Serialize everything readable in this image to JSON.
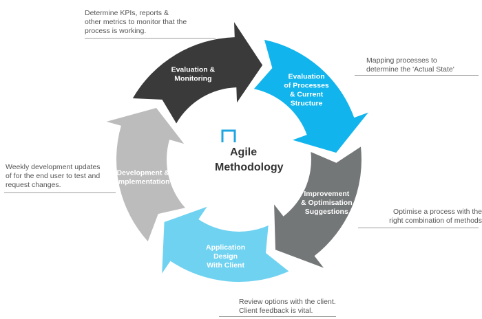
{
  "title": {
    "line1": "Agile",
    "line2": "Methodology"
  },
  "colors": {
    "dark": "#3a3a3a",
    "blue": "#11b4ec",
    "gray": "#747778",
    "light_blue": "#6fd2f1",
    "light_gray": "#bcbcbc",
    "logo": "#1ea6e0"
  },
  "segments": [
    {
      "id": "evaluation-monitoring",
      "lines": [
        "Evaluation &",
        "Monitoring"
      ]
    },
    {
      "id": "evaluation-processes",
      "lines": [
        "Evaluation",
        "of Processes",
        "& Current",
        "Structure"
      ]
    },
    {
      "id": "improvement",
      "lines": [
        "Improvement",
        "& Optimisation",
        "Suggestions"
      ]
    },
    {
      "id": "application-design",
      "lines": [
        "Application",
        "Design",
        "With Client"
      ]
    },
    {
      "id": "development",
      "lines": [
        "Development &",
        "Implementation"
      ]
    }
  ],
  "notes": {
    "kpi": "Determine KPIs, reports &\nother metrics to monitor that the\nprocess is working.",
    "mapping": "Mapping processes to\ndetermine the 'Actual State'",
    "optimise": "Optimise a process with the\nright combination of methods",
    "review": "Review options with the client.\nClient feedback is vital.",
    "weekly": "Weekly development updates\nof for the end user to test and\nrequest changes."
  }
}
